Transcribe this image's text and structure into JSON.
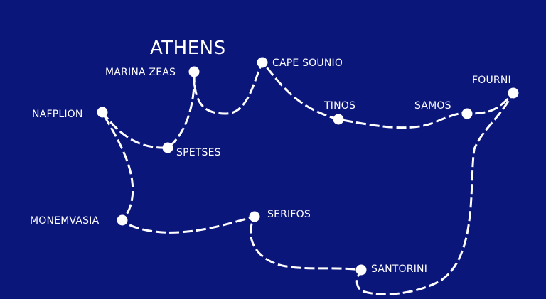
{
  "colors": {
    "background": "#0b167a",
    "route": "#ffffff",
    "stop": "#ffffff",
    "text": "#ffffff"
  },
  "region_label": "ATHENS",
  "stops": [
    {
      "id": "marina-zeas",
      "name": "MARINA ZEAS"
    },
    {
      "id": "cape-sounio",
      "name": "CAPE SOUNIO"
    },
    {
      "id": "tinos",
      "name": "TINOS"
    },
    {
      "id": "samos",
      "name": "SAMOS"
    },
    {
      "id": "fourni",
      "name": "FOURNI"
    },
    {
      "id": "santorini",
      "name": "SANTORINI"
    },
    {
      "id": "serifos",
      "name": "SERIFOS"
    },
    {
      "id": "monemvasia",
      "name": "MONEMVASIA"
    },
    {
      "id": "nafplion",
      "name": "NAFPLION"
    },
    {
      "id": "spetses",
      "name": "SPETSES"
    }
  ]
}
